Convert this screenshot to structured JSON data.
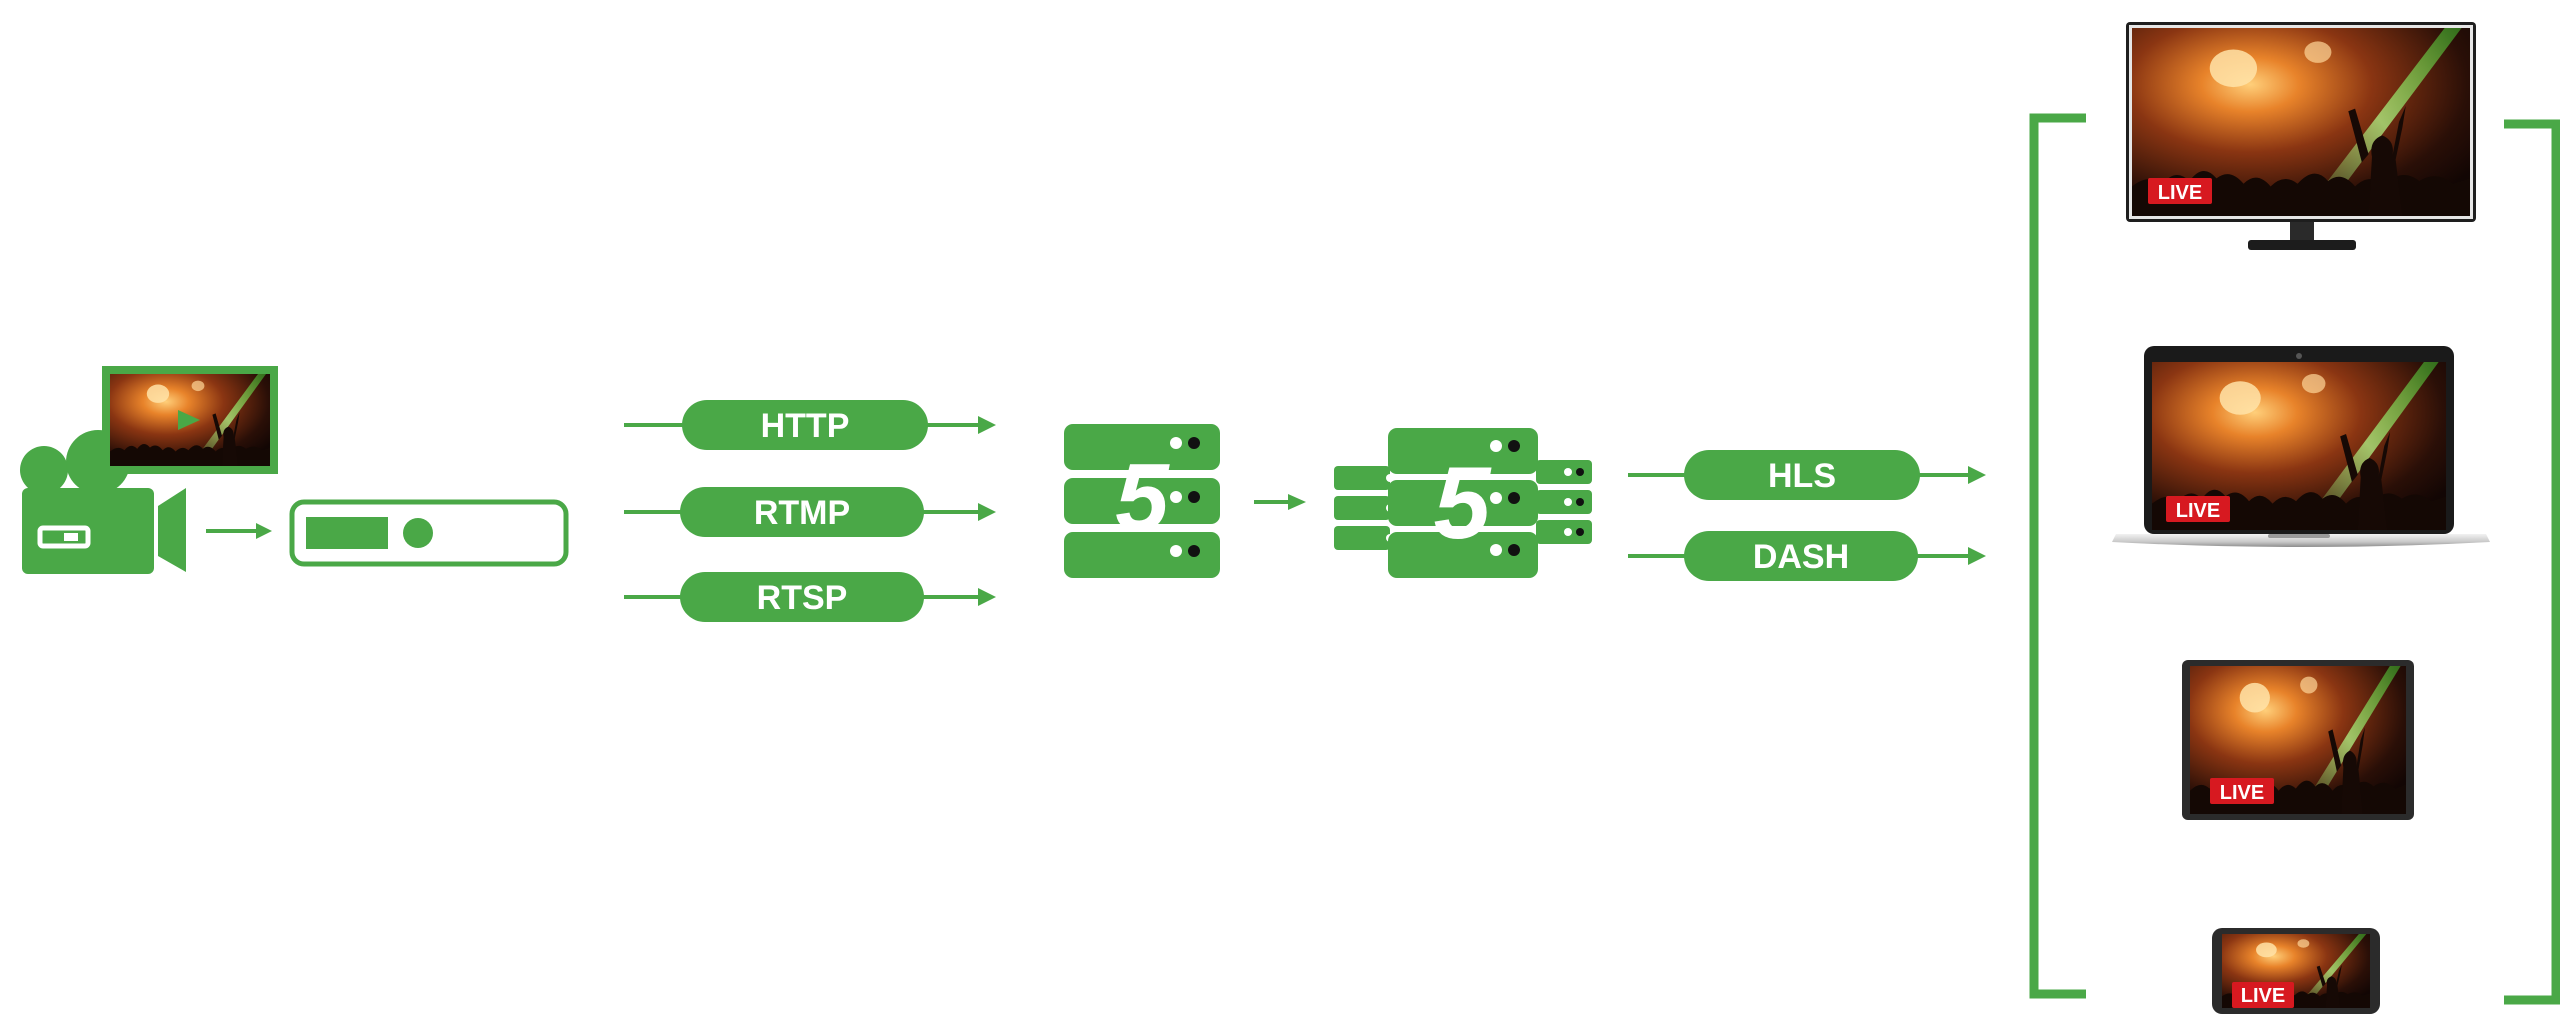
{
  "colors": {
    "brand_green": "#4aa847",
    "live_red": "#d71920",
    "device_frame": "#1e1e1e",
    "screen_glow": "#c8561a"
  },
  "icons": {
    "camera": "video-camera-icon",
    "encoder": "hardware-encoder-icon",
    "origin_server": "media-server-icon",
    "edge_cluster": "edge-server-cluster-icon",
    "server_badge": "5"
  },
  "ingest_protocols": [
    {
      "label": "HTTP"
    },
    {
      "label": "RTMP"
    },
    {
      "label": "RTSP"
    }
  ],
  "delivery_protocols": [
    {
      "label": "HLS"
    },
    {
      "label": "DASH"
    }
  ],
  "devices": [
    {
      "type": "monitor",
      "live_badge": "LIVE"
    },
    {
      "type": "laptop",
      "live_badge": "LIVE"
    },
    {
      "type": "tablet",
      "live_badge": "LIVE"
    },
    {
      "type": "phone",
      "live_badge": "LIVE"
    }
  ]
}
